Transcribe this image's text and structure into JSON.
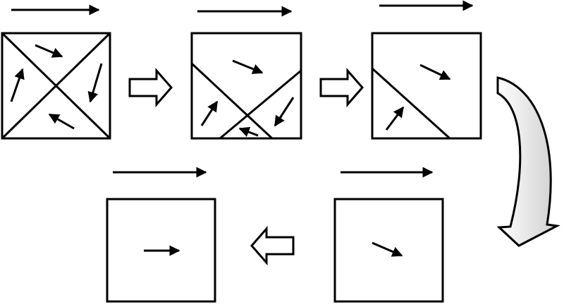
{
  "diagram": {
    "description_free": true,
    "stroke_color": "#000000",
    "hollow_arrow_fill": "#ffffff",
    "curved_arrow_fill": "#ffffff",
    "curved_arrow_shade": "#cfcfcf",
    "panels": [
      {
        "id": "panel-1",
        "regions": 4,
        "inner_arrows": 4,
        "has_top_flow_arrow": true
      },
      {
        "id": "panel-2",
        "regions": 4,
        "inner_arrows": 4,
        "has_top_flow_arrow": true
      },
      {
        "id": "panel-3",
        "regions": 2,
        "inner_arrows": 2,
        "has_top_flow_arrow": true
      },
      {
        "id": "panel-4",
        "regions": 1,
        "inner_arrows": 1,
        "has_top_flow_arrow": true
      },
      {
        "id": "panel-5",
        "regions": 1,
        "inner_arrows": 1,
        "has_top_flow_arrow": true
      }
    ],
    "transitions": [
      {
        "from": "panel-1",
        "to": "panel-2",
        "style": "hollow-block-arrow",
        "direction": "right"
      },
      {
        "from": "panel-2",
        "to": "panel-3",
        "style": "hollow-block-arrow",
        "direction": "right"
      },
      {
        "from": "panel-3",
        "to": "panel-4",
        "style": "curved-block-arrow",
        "direction": "down-left"
      },
      {
        "from": "panel-4",
        "to": "panel-5",
        "style": "hollow-block-arrow",
        "direction": "left"
      }
    ]
  }
}
